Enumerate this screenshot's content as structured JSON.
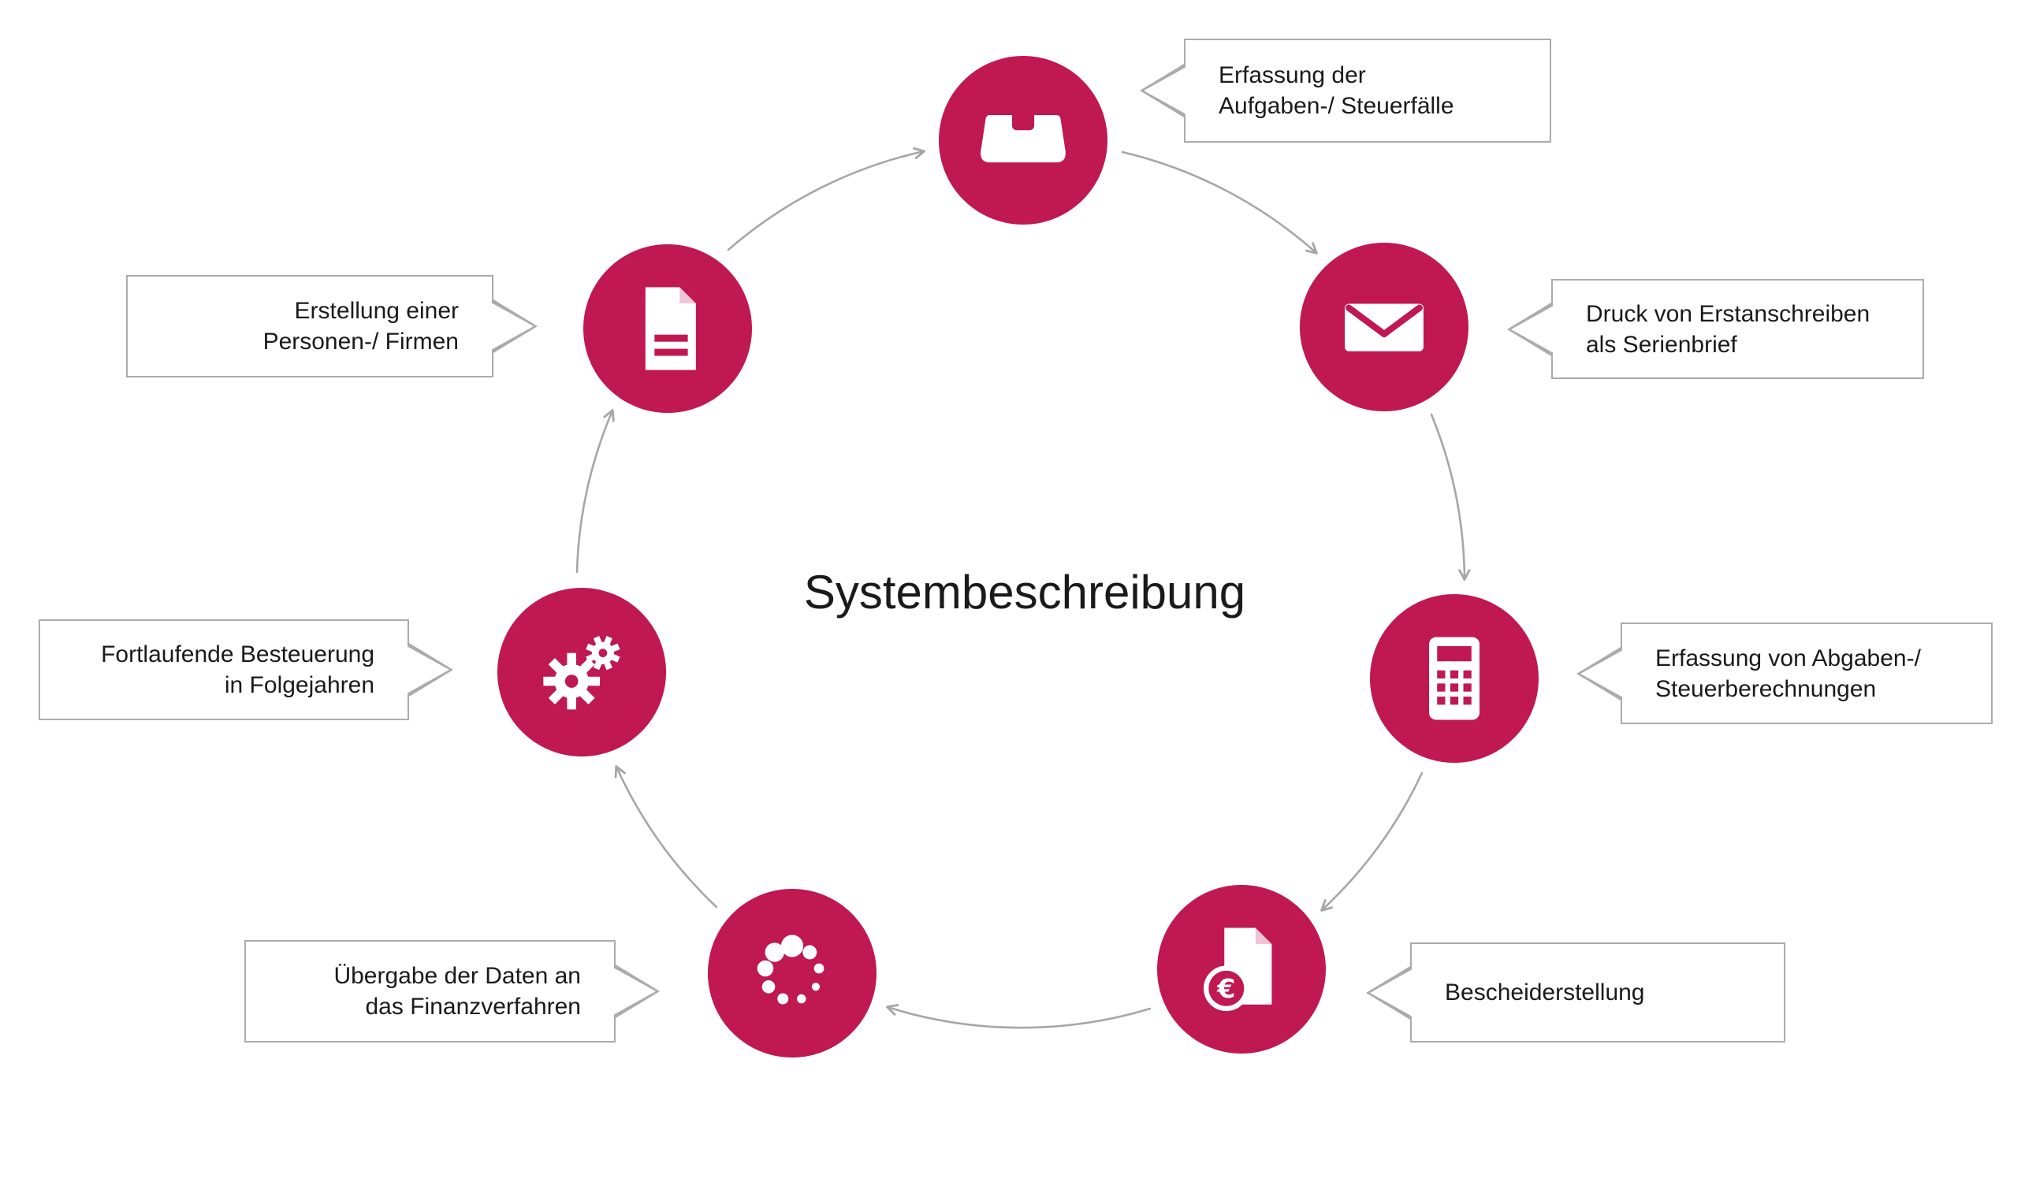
{
  "title": "Systembeschreibung",
  "colors": {
    "accent": "#C01850",
    "callout_border": "#ABABAB",
    "arrow": "#A6A6A6",
    "text": "#1A1A1A"
  },
  "steps": [
    {
      "name": "erfassung-aufgaben",
      "icon": "inbox-icon",
      "lines": [
        "Erfassung der",
        "Aufgaben-/ Steuerfälle"
      ]
    },
    {
      "name": "druck-erstanschreiben",
      "icon": "envelope-icon",
      "lines": [
        "Druck von Erstanschreiben",
        "als Serienbrief"
      ]
    },
    {
      "name": "erfassung-abgaben",
      "icon": "calculator-icon",
      "lines": [
        "Erfassung von Abgaben-/",
        "Steuerberechnungen"
      ]
    },
    {
      "name": "bescheiderstellung",
      "icon": "invoice-euro-icon",
      "lines": [
        "Bescheiderstellung"
      ]
    },
    {
      "name": "uebergabe-daten",
      "icon": "dotted-circle-icon",
      "lines": [
        "Übergabe der Daten an",
        "das Finanzverfahren"
      ]
    },
    {
      "name": "fortlaufende-besteuerung",
      "icon": "gears-icon",
      "lines": [
        "Fortlaufende Besteuerung",
        "in Folgejahren"
      ]
    },
    {
      "name": "erstellung-personen",
      "icon": "document-icon",
      "lines": [
        "Erstellung einer",
        "Personen-/ Firmen"
      ]
    }
  ]
}
